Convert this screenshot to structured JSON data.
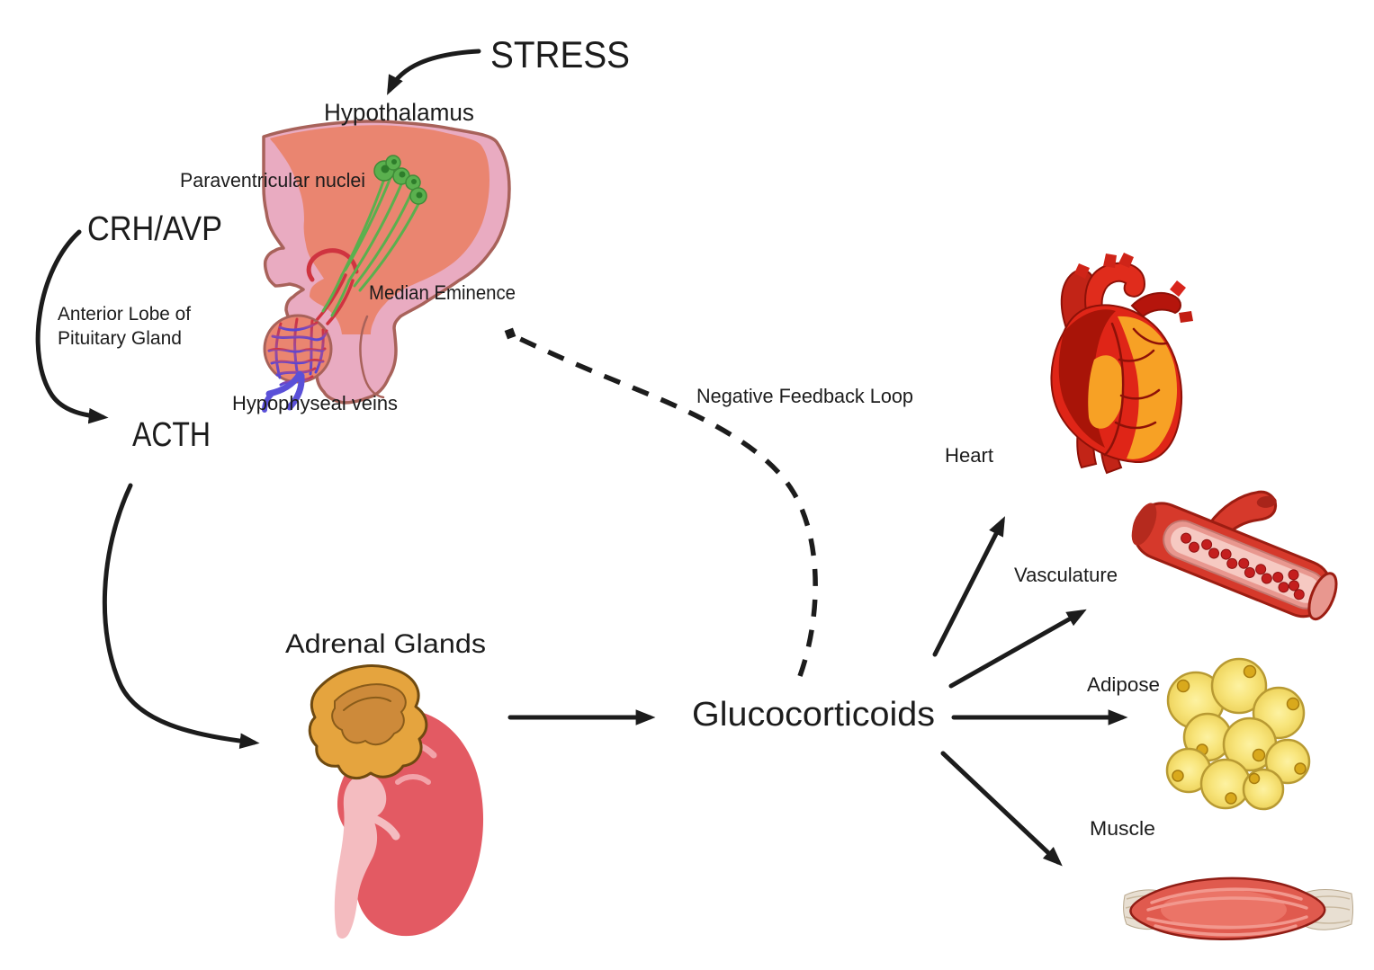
{
  "labels": {
    "stress": "STRESS",
    "hypothalamus": "Hypothalamus",
    "paraventricular_nuclei": "Paraventricular nuclei",
    "crh_avp": "CRH/AVP",
    "anterior_lobe_line1": "Anterior Lobe of",
    "anterior_lobe_line2": "Pituitary Gland",
    "median_eminence": "Median Eminence",
    "hypophyseal_veins": "Hypophyseal veins",
    "acth": "ACTH",
    "adrenal_glands": "Adrenal Glands",
    "glucocorticoids": "Glucocorticoids",
    "negative_feedback_loop": "Negative Feedback Loop",
    "heart": "Heart",
    "vasculature": "Vasculature",
    "adipose": "Adipose",
    "muscle": "Muscle"
  },
  "edges": [
    {
      "from": "STRESS",
      "to": "Hypothalamus",
      "style": "solid-curved"
    },
    {
      "from": "CRH/AVP",
      "to": "ACTH",
      "style": "solid-curved",
      "via": "Anterior Lobe of Pituitary Gland"
    },
    {
      "from": "ACTH",
      "to": "Adrenal Glands",
      "style": "solid-curved"
    },
    {
      "from": "Adrenal Glands",
      "to": "Glucocorticoids",
      "style": "solid-straight"
    },
    {
      "from": "Glucocorticoids",
      "to": "Heart",
      "style": "solid-straight"
    },
    {
      "from": "Glucocorticoids",
      "to": "Vasculature",
      "style": "solid-straight"
    },
    {
      "from": "Glucocorticoids",
      "to": "Adipose",
      "style": "solid-straight"
    },
    {
      "from": "Glucocorticoids",
      "to": "Muscle",
      "style": "solid-straight"
    },
    {
      "from": "Glucocorticoids",
      "to": "Median Eminence",
      "style": "dashed-curved",
      "label": "Negative Feedback Loop"
    }
  ],
  "illustrations": [
    "hypothalamus-pituitary-illustration",
    "kidney-adrenal-illustration",
    "heart-illustration",
    "blood-vessel-illustration",
    "adipose-cells-illustration",
    "muscle-illustration"
  ],
  "colors": {
    "ink": "#1c1c1c",
    "hypo_body": "#ea8570",
    "hypo_band": "#e9abc1",
    "hypo_outline": "#a8625a",
    "neuron_green": "#5ab04e",
    "neuron_dark": "#2e7d2b",
    "artery_red": "#cf3440",
    "vein_blue": "#5a50d8",
    "kidney_red": "#e35a63",
    "kidney_light": "#f4bcc0",
    "adrenal_tan": "#e5a43e",
    "adrenal_inner": "#cd8a3a",
    "adrenal_outline": "#6f4a10",
    "heart_red": "#df2517",
    "heart_dark": "#a81408",
    "heart_orange": "#f7a125",
    "vessel_red": "#d6392b",
    "vessel_dark": "#9c1d12",
    "vessel_lumen": "#e8978f",
    "vessel_lumen_light": "#f6c9c2",
    "rbc_red": "#c41e1e",
    "fat_fill": "#f8e57c",
    "fat_edge": "#b89a33",
    "fat_nucleus": "#d9a91c",
    "muscle_red": "#e05a4e",
    "muscle_stripe": "#f2988e",
    "muscle_dark": "#8f1d15",
    "tendon": "#e8dfd2"
  }
}
